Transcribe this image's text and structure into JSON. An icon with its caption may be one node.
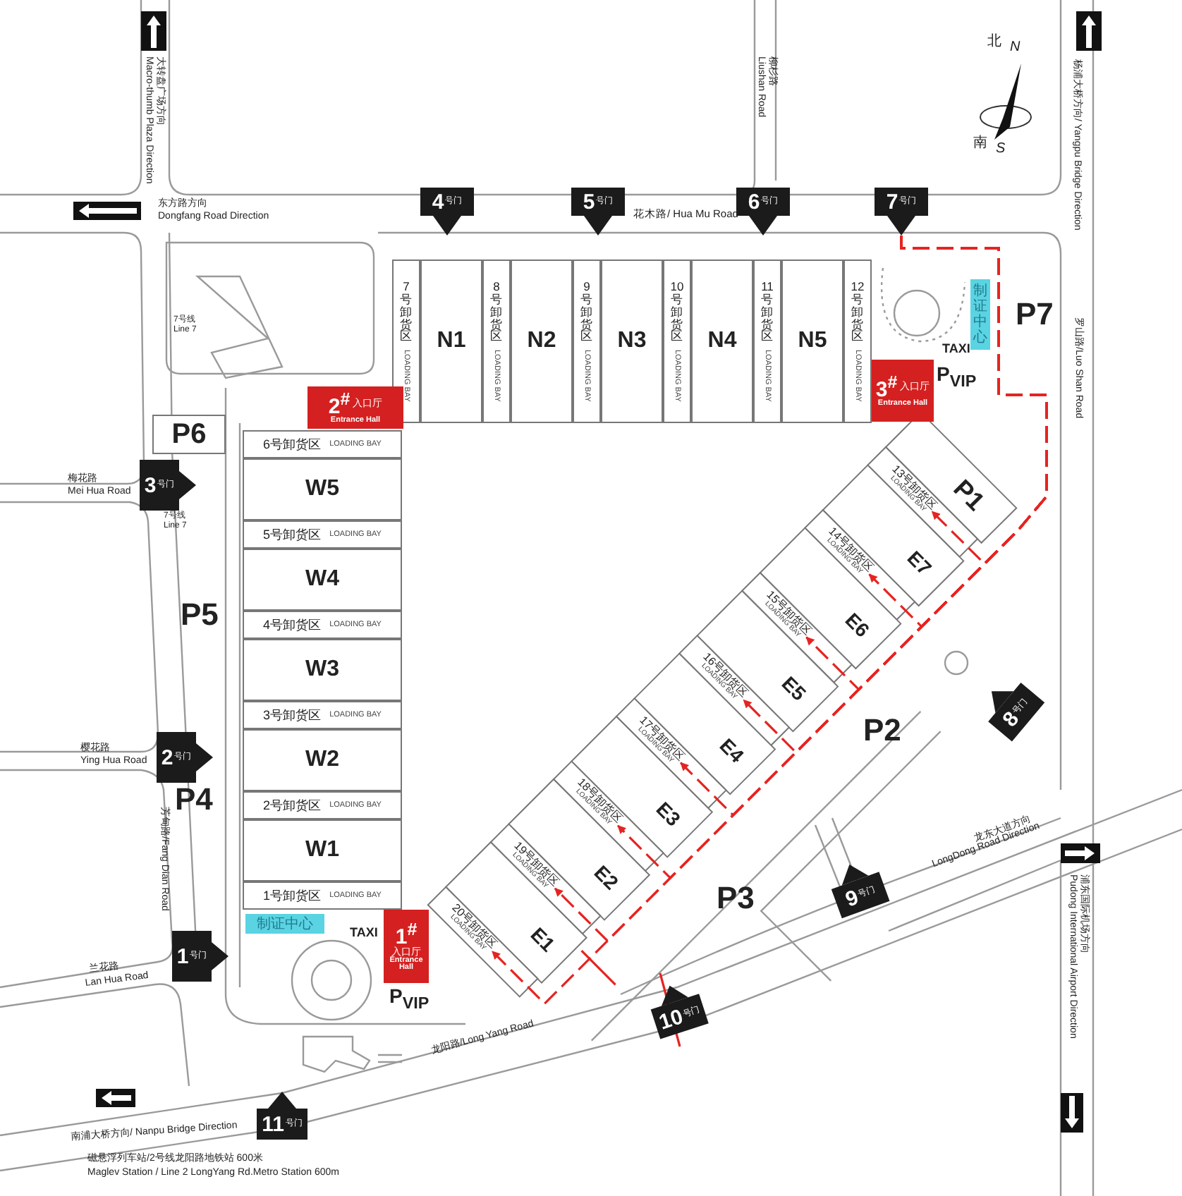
{
  "diagram": {
    "nodes": [
      {
        "text": [
          "4",
          "号门"
        ]
      },
      {
        "text": [
          "5",
          "号门"
        ]
      },
      {
        "text": [
          "6",
          "号门"
        ]
      },
      {
        "text": [
          "7",
          "号门"
        ]
      },
      {
        "text": [
          "7号卸货区",
          "LOADING BAY"
        ]
      },
      {
        "text": [
          "N1"
        ]
      },
      {
        "text": [
          "8号卸货区",
          "LOADING BAY"
        ]
      },
      {
        "text": [
          "N2"
        ]
      },
      {
        "text": [
          "9号卸货区",
          "LOADING BAY"
        ]
      },
      {
        "text": [
          "N3"
        ]
      },
      {
        "text": [
          "10号卸货区",
          "LOADING BAY"
        ]
      },
      {
        "text": [
          "N4"
        ]
      },
      {
        "text": [
          "11号卸货区",
          "LOADING BAY"
        ]
      },
      {
        "text": [
          "N5"
        ]
      },
      {
        "text": [
          "12号卸货区",
          "LOADING BAY"
        ]
      },
      {
        "text": [
          "制证中心"
        ]
      },
      {
        "text": [
          "P7"
        ]
      },
      {
        "text": [
          "2$^{#}$",
          "入口厅",
          "Entrance Hall"
        ]
      },
      {
        "text": [
          "3$^{#}$",
          "入口厅",
          "Entrance Hall"
        ]
      },
      {
        "text": [
          "P6"
        ]
      },
      {
        "text": [
          "3",
          "号门"
        ]
      },
      {
        "text": [
          "6号卸货区",
          "LOADING BAY"
        ]
      },
      {
        "text": [
          "W5"
        ]
      },
      {
        "text": [
          "5号卸货区",
          "LOADING BAY"
        ]
      },
      {
        "text": [
          "W4"
        ]
      },
      {
        "text": [
          "4号卸货区",
          "LOADING BAY"
        ]
      },
      {
        "text": [
          "W3"
        ]
      },
      {
        "text": [
          "3号卸货区",
          "LOADING BAY"
        ]
      },
      {
        "text": [
          "W2"
        ]
      },
      {
        "text": [
          "2号卸货区",
          "LOADING BAY"
        ]
      },
      {
        "text": [
          "W1"
        ]
      },
      {
        "text": [
          "1号卸货区",
          "LOADING BAY"
        ]
      },
      {
        "text": [
          "P5"
        ]
      },
      {
        "text": [
          "P1"
        ]
      },
      {
        "text": [
          "13号卸货区",
          "LOADING BAY"
        ]
      },
      {
        "text": [
          "E7"
        ]
      },
      {
        "text": [
          "14号卸货区",
          "LOADING BAY"
        ]
      },
      {
        "text": [
          "E6"
        ]
      },
      {
        "text": [
          "15号卸货区",
          "LOADING BAY"
        ]
      },
      {
        "text": [
          "E5"
        ]
      },
      {
        "text": [
          "16号卸货区",
          "LOADING BAY"
        ]
      },
      {
        "text": [
          "E4"
        ]
      },
      {
        "text": [
          "17号卸货区",
          "LOADING BAY"
        ]
      },
      {
        "text": [
          "E3"
        ]
      },
      {
        "text": [
          "18号卸货区",
          "LOADING BAY"
        ]
      },
      {
        "text": [
          "E2"
        ]
      },
      {
        "text": [
          "19号卸货区",
          "LOADING BAY"
        ]
      },
      {
        "text": [
          "E1"
        ]
      },
      {
        "text": [
          "20号卸货区",
          "LOADING BAY"
        ]
      },
      {
        "text": [
          "8",
          "号门"
        ]
      },
      {
        "text": [
          "P2"
        ]
      },
      {
        "text": [
          "2",
          "号门"
        ]
      },
      {
        "text": [
          "P4"
        ]
      },
      {
        "text": [
          "P3"
        ]
      },
      {
        "text": [
          "9",
          "号门"
        ]
      },
      {
        "text": [
          "制证中心"
        ]
      },
      {
        "text": [
          "1$^{#}$",
          "入口厅",
          "Entrance Hall"
        ]
      },
      {
        "text": [
          "1",
          "号门"
        ]
      },
      {
        "text": [
          "10",
          "号门"
        ]
      },
      {
        "text": [
          "11",
          "号门"
        ]
      }
    ],
    "edges": [
      {
        "from": 3,
        "to": 34,
        "arrow": "to",
        "style": "dashed",
        "color": "#e52421"
      },
      {
        "from": 3,
        "to": 36,
        "arrow": "to",
        "style": "dashed",
        "color": "#e52421"
      },
      {
        "from": 3,
        "to": 38,
        "arrow": "to",
        "style": "dashed",
        "color": "#e52421"
      },
      {
        "from": 3,
        "to": 40,
        "arrow": "to",
        "style": "dashed",
        "color": "#e52421"
      },
      {
        "from": 3,
        "to": 42,
        "arrow": "to",
        "style": "dashed",
        "color": "#e52421"
      },
      {
        "from": 3,
        "to": 44,
        "arrow": "to",
        "style": "dashed",
        "color": "#e52421"
      },
      {
        "from": 3,
        "to": 46,
        "arrow": "to",
        "style": "dashed",
        "color": "#e52421"
      },
      {
        "from": 3,
        "to": 48,
        "arrow": "to",
        "style": "dashed",
        "color": "#e52421"
      }
    ],
    "labels": [
      "北",
      "N",
      "南",
      "S",
      "大转盘广场方向",
      "Macro-thumb Plaza Direction",
      "东方路方向",
      "Dongfang Road Direction",
      "柳杉路",
      "Liushan Road",
      "杨浦大桥方向/ Yangpu Bridge Direction",
      "花木路/ Hua Mu Road",
      "TAXI",
      "P$_{VIP}$",
      "罗山路/Luo Shan Road",
      "7号线",
      "Line 7",
      "梅花路",
      "Mei Hua Road",
      "7号线",
      "Line 7",
      "樱花路",
      "Ying Hua Road",
      "芳甸路/Fang Dian Road",
      "龙东大道方向",
      "LongDong Road Direction",
      "浦东国际机场方向",
      "Pudong International Airport Direction",
      "TAXI",
      "兰花路",
      "Lan Hua Road",
      "P$_{VIP}$",
      "龙阳路/Long Yang Road",
      "南浦大桥方向/ Nanpu Bridge Direction",
      "磁悬浮列车站/2号线龙阳路地铁站 600米",
      "Maglev Station / Line 2 LongYang Rd.Metro Station 600m"
    ]
  }
}
